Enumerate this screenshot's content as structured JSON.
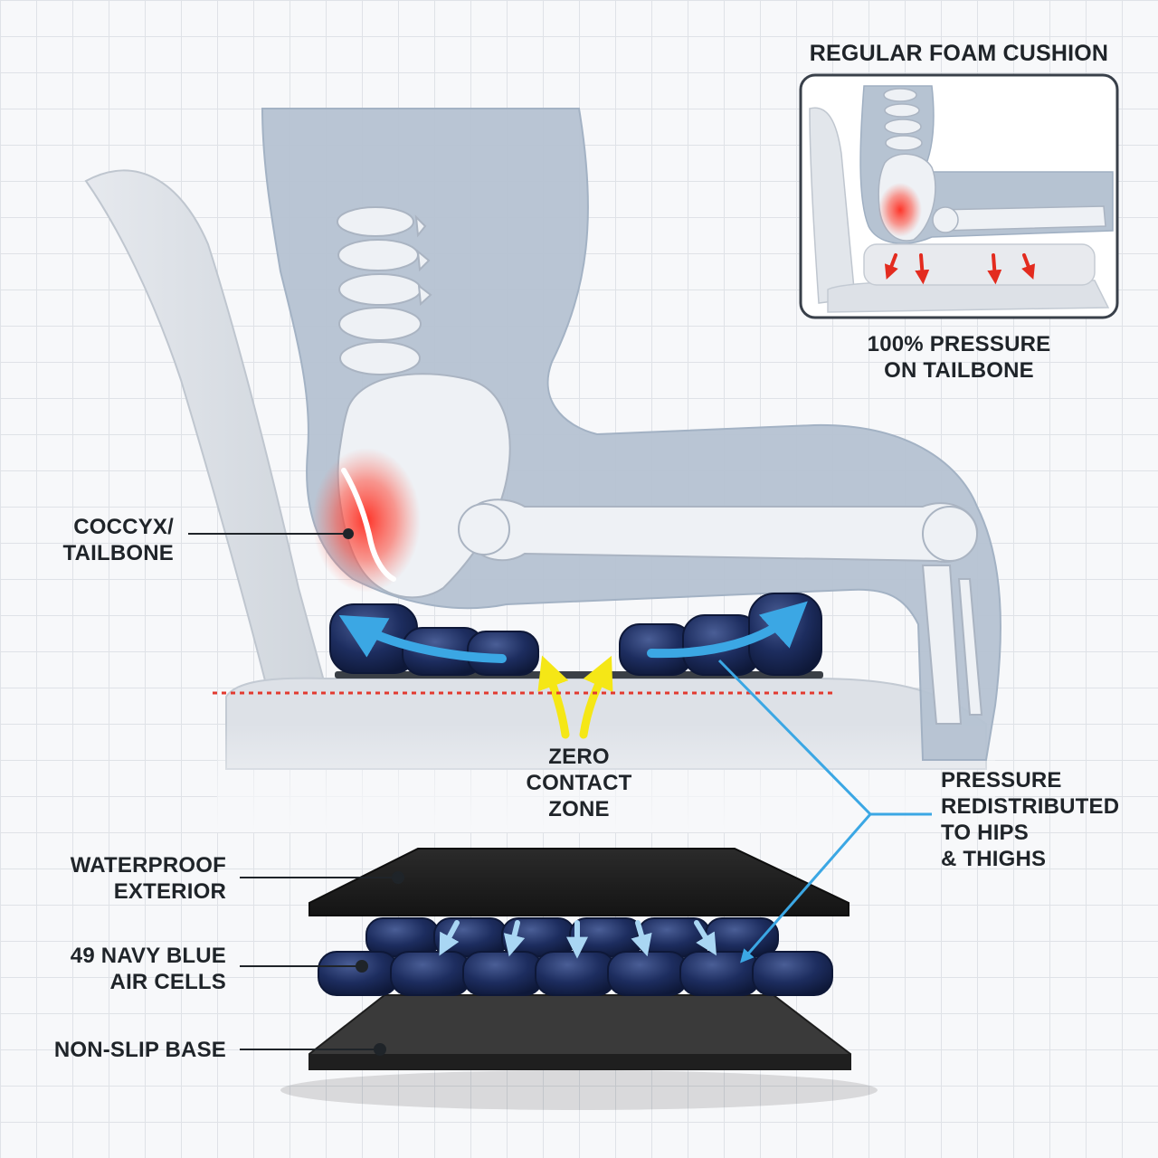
{
  "inset": {
    "title": "REGULAR FOAM CUSHION",
    "caption": "100% PRESSURE\nON TAILBONE"
  },
  "labels": {
    "coccyx": "COCCYX/\nTAILBONE",
    "zero_contact": "ZERO\nCONTACT\nZONE",
    "pressure": "PRESSURE\nREDISTRIBUTED\nTO HIPS\n& THIGHS",
    "waterproof": "WATERPROOF\nEXTERIOR",
    "air_cells": "49 NAVY BLUE\nAIR CELLS",
    "base": "NON-SLIP BASE"
  },
  "colors": {
    "body": "#b4c1d0",
    "bone": "#eef1f5",
    "cells": "#1d2d5f",
    "arrow_blue": "#3ba7e4",
    "arrow_yellow": "#f5e716",
    "pain": "#ee2a24",
    "pad": "#262626"
  }
}
